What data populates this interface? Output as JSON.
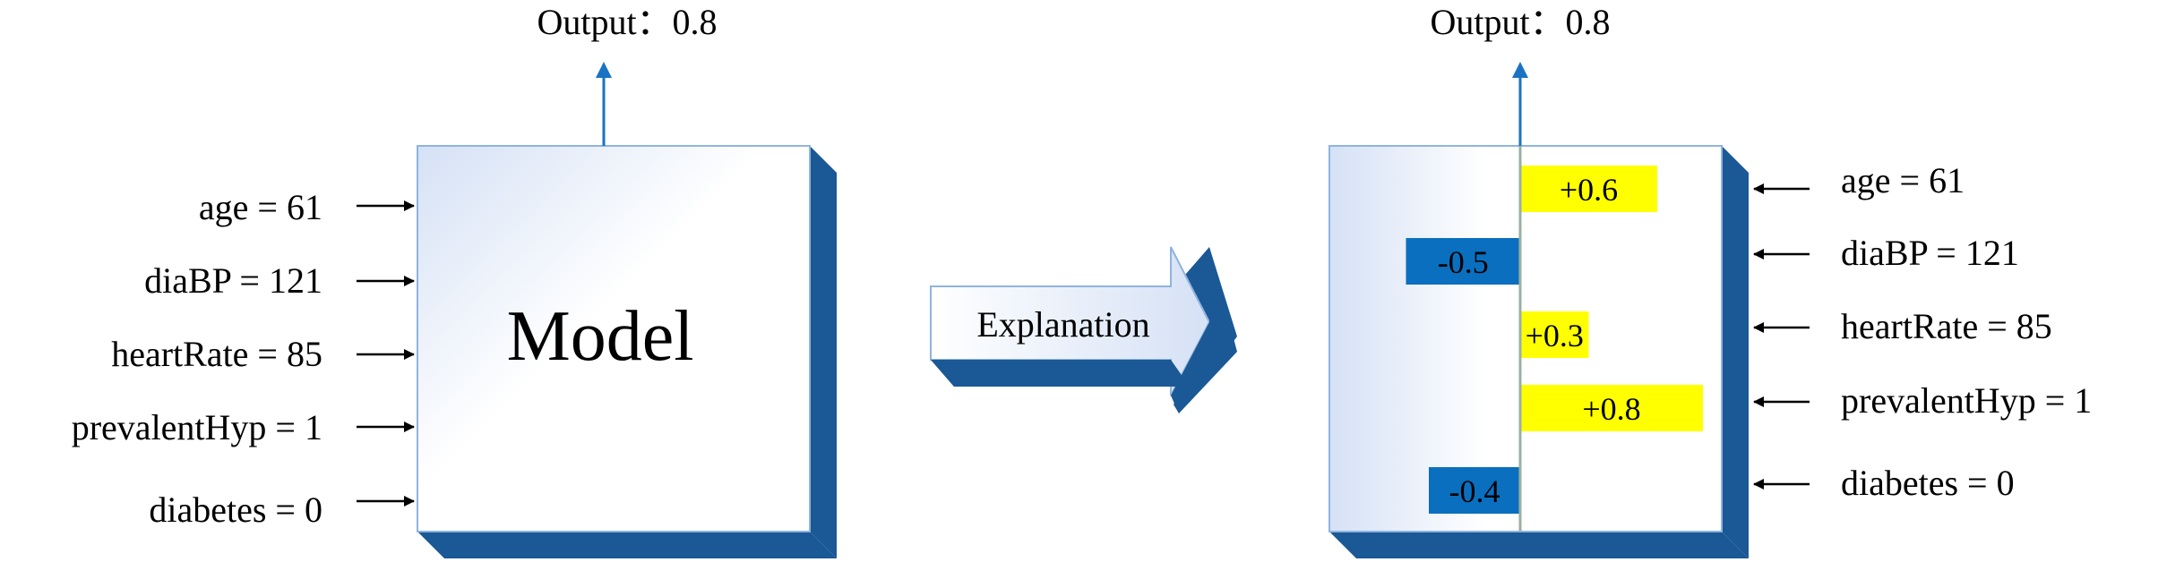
{
  "colors": {
    "box_edge": "#8fb4df",
    "box_face_light": "#ffffff",
    "box_face_tint": "#d5e1f5",
    "box_depth": "#1b5896",
    "arrow_blue": "#1a73c2",
    "positive_bar": "#ffff00",
    "negative_bar": "#0b6fbf",
    "center_line": "#9ab0a0"
  },
  "model": {
    "title": "Model",
    "output_label": "Output：0.8",
    "inputs": [
      {
        "label": "age = 61"
      },
      {
        "label": "diaBP = 121"
      },
      {
        "label": "heartRate = 85"
      },
      {
        "label": "prevalentHyp = 1"
      },
      {
        "label": "diabetes = 0"
      }
    ]
  },
  "transition": {
    "label": "Explanation"
  },
  "explanation": {
    "output_label": "Output：0.8",
    "features": [
      {
        "label": "age = 61",
        "contribution": 0.6,
        "contribution_label": "+0.6"
      },
      {
        "label": "diaBP = 121",
        "contribution": -0.5,
        "contribution_label": "-0.5"
      },
      {
        "label": "heartRate = 85",
        "contribution": 0.3,
        "contribution_label": "+0.3"
      },
      {
        "label": "prevalentHyp = 1",
        "contribution": 0.8,
        "contribution_label": "+0.8"
      },
      {
        "label": "diabetes = 0",
        "contribution": -0.4,
        "contribution_label": "-0.4"
      }
    ]
  }
}
